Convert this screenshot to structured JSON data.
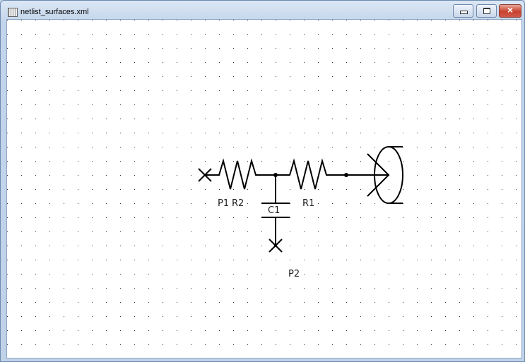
{
  "window": {
    "title": "netlist_surfaces.xml",
    "icon": "grid-file-icon"
  },
  "controls": {
    "minimize": "minimize-icon",
    "maximize": "maximize-icon",
    "close": "×"
  },
  "schematic": {
    "labels": {
      "p1": "P1",
      "r2": "R2",
      "c1": "C1",
      "r1": "R1",
      "p2": "P2"
    }
  }
}
